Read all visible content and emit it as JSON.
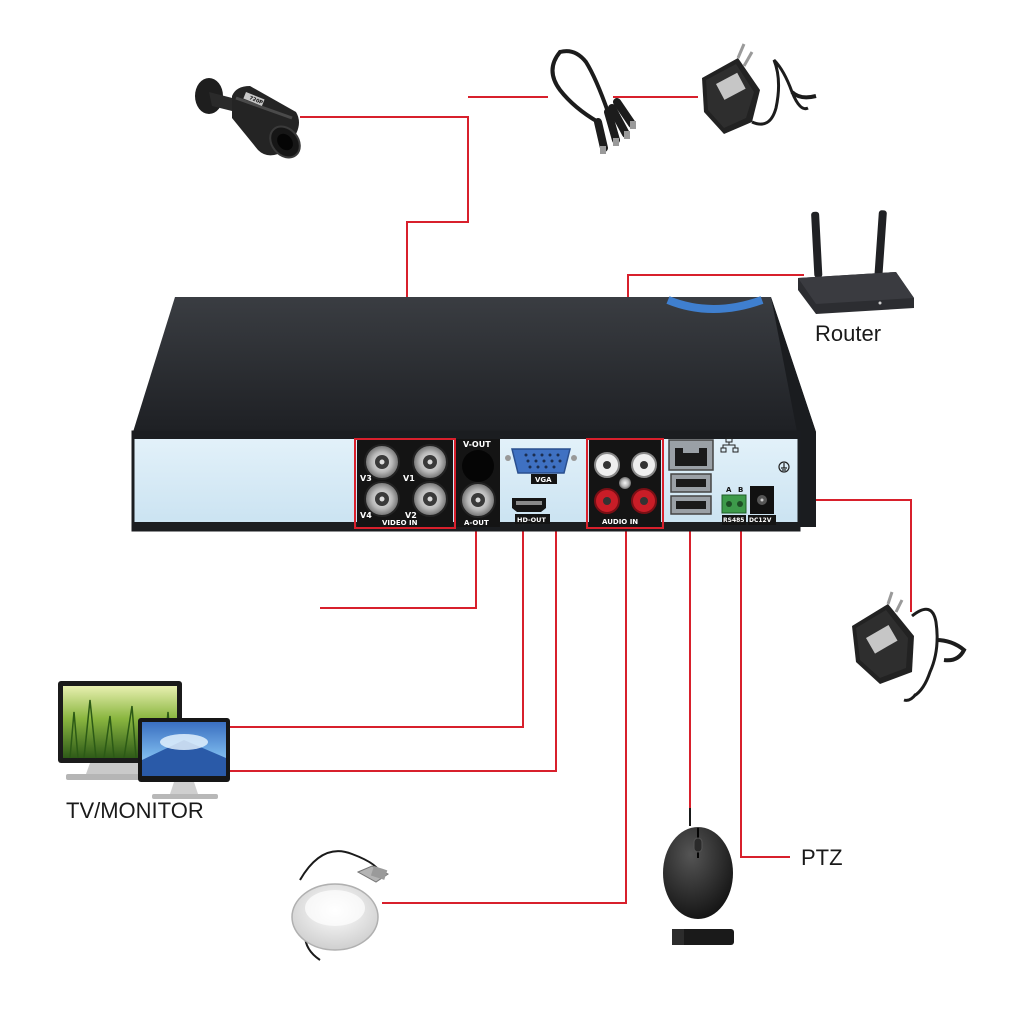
{
  "labels": {
    "router": "Router",
    "tv_monitor": "TV/MONITOR",
    "ptz": "PTZ"
  },
  "dvr_ports": {
    "v_out": "V-OUT",
    "a_out": "A-OUT",
    "vga": "VGA",
    "hd_out": "HD-OUT",
    "video_in": "VIDEO IN",
    "audio_in": "AUDIO IN",
    "rs485": "RS485",
    "dc12v": "DC12V",
    "a": "A",
    "b": "B",
    "v1": "V1",
    "v2": "V2",
    "v3": "V3",
    "v4": "V4",
    "camera_tag": "720P"
  },
  "colors": {
    "connection_line": "#d8202c",
    "highlight_box": "#d8202c",
    "dvr_top": "#2d3035",
    "dvr_back_panel": "#d7ecf7",
    "router_body": "#2e2f33",
    "label_plate": "#3f7fcf"
  },
  "icons": [
    "security-camera-icon",
    "power-splitter-cable-icon",
    "power-adapter-icon",
    "router-icon",
    "tv-monitor-icon",
    "microphone-icon",
    "mouse-icon",
    "usb-drive-icon",
    "network-icon",
    "ground-icon"
  ]
}
